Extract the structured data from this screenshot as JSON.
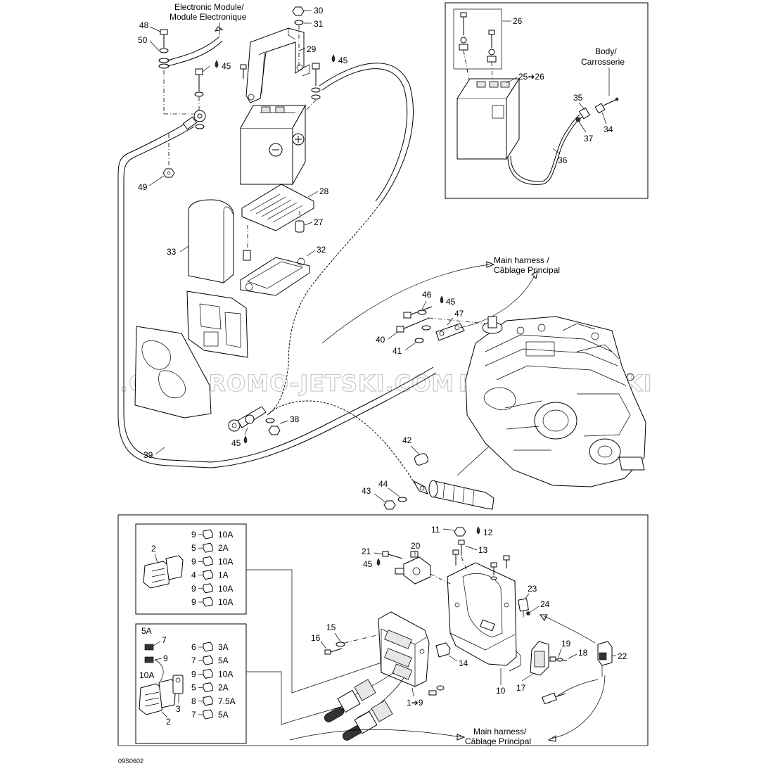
{
  "watermark": "PROMO-JETSKI.COM",
  "drawing_code": "09S0602",
  "callouts": {
    "electronic_module": [
      "Electronic Module/",
      "Module Electronique"
    ],
    "body": [
      "Body/",
      "Carrosserie"
    ],
    "main_harness_top": [
      "Main harness /",
      "Câblage Principal"
    ],
    "main_harness_bottom": [
      "Main harness/",
      "Câblage Principal"
    ]
  },
  "parts": {
    "p48": "48",
    "p50": "50",
    "p45a": "45",
    "p30": "30",
    "p31": "31",
    "p29": "29",
    "p45b": "45",
    "p49": "49",
    "p28": "28",
    "p27": "27",
    "p33": "33",
    "p32": "32",
    "p26": "26",
    "p25": "25➔26",
    "p35": "35",
    "p34": "34",
    "p37": "37",
    "p36": "36",
    "p46": "46",
    "p45c": "45",
    "p47": "47",
    "p40": "40",
    "p41": "41",
    "p38": "38",
    "p45d": "45",
    "p39": "39",
    "p42": "42",
    "p44": "44",
    "p43": "43",
    "p11": "11",
    "p12": "12",
    "p13": "13",
    "p21": "21",
    "p20": "20",
    "p45e": "45",
    "p23": "23",
    "p24": "24",
    "p15": "15",
    "p16": "16",
    "p14": "14",
    "p19": "19",
    "p18": "18",
    "p22": "22",
    "p10": "10",
    "p17": "17",
    "p1": "1➔9",
    "p2a": "2",
    "p2b": "2",
    "p3": "3",
    "p7a": "7",
    "p9a": "9",
    "fuse_5A_top": "5A",
    "fuse_10A_side": "10A"
  },
  "fuse_box_1": [
    {
      "num": "9",
      "rating": "10A"
    },
    {
      "num": "5",
      "rating": "2A"
    },
    {
      "num": "9",
      "rating": "10A"
    },
    {
      "num": "4",
      "rating": "1A"
    },
    {
      "num": "9",
      "rating": "10A"
    },
    {
      "num": "9",
      "rating": "10A"
    }
  ],
  "fuse_box_2": [
    {
      "num": "6",
      "rating": "3A"
    },
    {
      "num": "7",
      "rating": "5A"
    },
    {
      "num": "9",
      "rating": "10A"
    },
    {
      "num": "5",
      "rating": "2A"
    },
    {
      "num": "8",
      "rating": "7.5A"
    },
    {
      "num": "7",
      "rating": "5A"
    }
  ]
}
